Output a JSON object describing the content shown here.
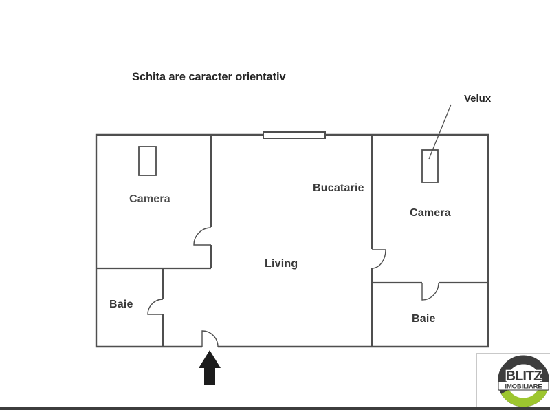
{
  "disclaimer": "Schita are caracter orientativ",
  "rooms": {
    "camera_left": "Camera",
    "bucatarie": "Bucatarie",
    "living": "Living",
    "camera_right": "Camera",
    "baie_left": "Baie",
    "baie_right": "Baie"
  },
  "annotations": {
    "velux": "Velux"
  },
  "branding": {
    "name": "BLITZ",
    "subtitle": "IMOBILIARE",
    "accent_green": "#9dc62f",
    "dark": "#3b3b3b"
  },
  "colors": {
    "wall": "#4f4f4f",
    "label": "#383838",
    "arrow": "#1c1c1c"
  }
}
